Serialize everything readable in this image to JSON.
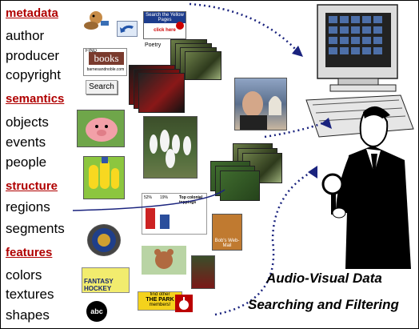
{
  "categories": [
    {
      "label": "metadata",
      "items": [
        "author",
        "producer",
        "copyright"
      ]
    },
    {
      "label": "semantics",
      "items": [
        "objects",
        "events",
        "people"
      ]
    },
    {
      "label": "structure",
      "items": [
        "regions",
        "segments"
      ]
    },
    {
      "label": "features",
      "items": [
        "colors",
        "textures",
        "shapes"
      ]
    }
  ],
  "thumbs": {
    "books_label": "books",
    "books_sub": "barnesandnoble.com",
    "find_label": "FIND",
    "search_button": "Search",
    "yellow_pages": "Search the Yellow Pages",
    "click_here": "click here",
    "poetry": "Poetry",
    "top_colonel": "Top colonial toppings",
    "pct_a": "52%",
    "pct_b": "19%",
    "email": "Bob's Web-Mail",
    "hockey": "FANTASY HOCKEY",
    "park": "THE PARK",
    "park_sub": "members!",
    "find_other": "find other",
    "abc": "abc"
  },
  "caption": {
    "line1": "Audio-Visual Data",
    "line2": "Searching and Filtering"
  }
}
